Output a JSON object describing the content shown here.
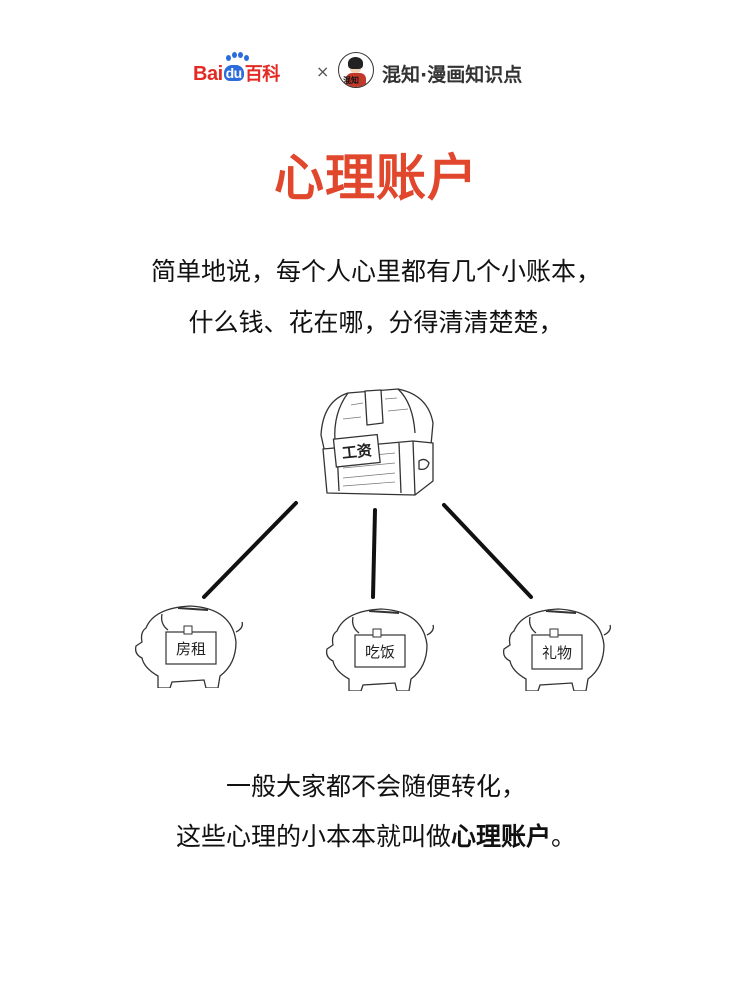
{
  "header": {
    "baidu_logo_text_left": "Bai",
    "baidu_logo_text_mid": "du",
    "baidu_logo_suffix": "百科",
    "separator": "×",
    "avatar_caption": "混知",
    "partner_name": "混知·漫画知识点"
  },
  "title": "心理账户",
  "intro": {
    "line1": "简单地说，每个人心里都有几个小账本，",
    "line2": "什么钱、花在哪，分得清清楚楚，"
  },
  "diagram": {
    "source_label": "工资",
    "accounts": [
      {
        "label": "房租"
      },
      {
        "label": "吃饭"
      },
      {
        "label": "礼物"
      }
    ]
  },
  "conclusion": {
    "line1": "一般大家都不会随便转化，",
    "line2_prefix": "这些心理的小本本就叫做",
    "line2_emphasis": "心理账户",
    "line2_suffix": "。"
  },
  "colors": {
    "title_red": "#e0472c",
    "baidu_red": "#e32a24",
    "baidu_blue": "#2b6bdc",
    "text": "#111111"
  }
}
